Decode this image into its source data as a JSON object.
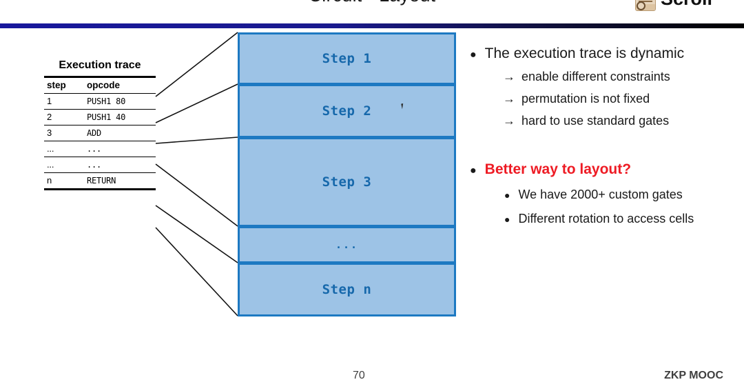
{
  "slide": {
    "title": "Circuit - Layout",
    "brand": {
      "name": "Scroll",
      "icon": "scroll-icon"
    },
    "rule_color_left": "#18189c",
    "rule_color_right": "#000000"
  },
  "trace": {
    "caption": "Execution trace",
    "columns": [
      "step",
      "opcode"
    ],
    "rows": [
      {
        "step": "1",
        "opcode": "PUSH1 80"
      },
      {
        "step": "2",
        "opcode": "PUSH1 40"
      },
      {
        "step": "3",
        "opcode": "ADD"
      },
      {
        "step": "...",
        "opcode": "..."
      },
      {
        "step": "...",
        "opcode": "..."
      },
      {
        "step": "n",
        "opcode": "RETURN"
      }
    ]
  },
  "steps": {
    "border_color": "#1d79c2",
    "fill_color": "#9dc3e6",
    "text_color": "#1668ab",
    "boxes": [
      {
        "label": "Step 1"
      },
      {
        "label": "Step 2"
      },
      {
        "label": "Step 3"
      },
      {
        "label": "..."
      },
      {
        "label": "Step n"
      }
    ]
  },
  "bullets": {
    "group1": {
      "heading": "The execution trace is dynamic",
      "arrow_glyph": "→",
      "items": [
        "enable different constraints",
        "permutation is not fixed",
        "hard to use standard gates"
      ]
    },
    "group2": {
      "heading": "Better way to layout?",
      "heading_color": "#ee1b24",
      "items": [
        "We have 2000+ custom gates",
        "Different rotation to access cells"
      ]
    }
  },
  "footer": {
    "page_number": "70",
    "brand": "ZKP MOOC"
  }
}
